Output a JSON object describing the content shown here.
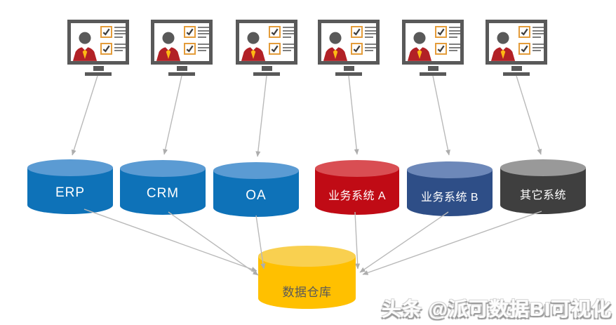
{
  "diagram_type": "data-integration-flow",
  "terminals": {
    "count": 6,
    "icon": "monitor-user-checklist-icon"
  },
  "sources": [
    {
      "id": "erp",
      "label": "ERP",
      "body_color": "#0e72b8",
      "top_color": "#5b9bd3"
    },
    {
      "id": "crm",
      "label": "CRM",
      "body_color": "#0e72b8",
      "top_color": "#5b9bd3"
    },
    {
      "id": "oa",
      "label": "OA",
      "body_color": "#0e72b8",
      "top_color": "#5b9bd3"
    },
    {
      "id": "biz_a",
      "label": "业务系统 A",
      "body_color": "#c00b15",
      "top_color": "#d94e53"
    },
    {
      "id": "biz_b",
      "label": "业务系统 B",
      "body_color": "#2e4e87",
      "top_color": "#6d88b9"
    },
    {
      "id": "other",
      "label": "其它系统",
      "body_color": "#3f3f3f",
      "top_color": "#999999"
    }
  ],
  "warehouse": {
    "label": "数据仓库",
    "body_color": "#ffc000",
    "top_color": "#f9d050",
    "label_color": "#595959"
  },
  "edges": [
    {
      "from": "terminal-1",
      "to": "erp"
    },
    {
      "from": "terminal-2",
      "to": "crm"
    },
    {
      "from": "terminal-3",
      "to": "oa"
    },
    {
      "from": "terminal-4",
      "to": "biz_a"
    },
    {
      "from": "terminal-5",
      "to": "biz_b"
    },
    {
      "from": "terminal-6",
      "to": "other"
    },
    {
      "from": "erp",
      "to": "warehouse"
    },
    {
      "from": "crm",
      "to": "warehouse"
    },
    {
      "from": "oa",
      "to": "warehouse"
    },
    {
      "from": "biz_a",
      "to": "warehouse"
    },
    {
      "from": "biz_b",
      "to": "warehouse"
    },
    {
      "from": "other",
      "to": "warehouse"
    }
  ],
  "arrow_color": "#b9b9b9",
  "watermark": {
    "text": "头条 @派可数据BI可视化"
  }
}
